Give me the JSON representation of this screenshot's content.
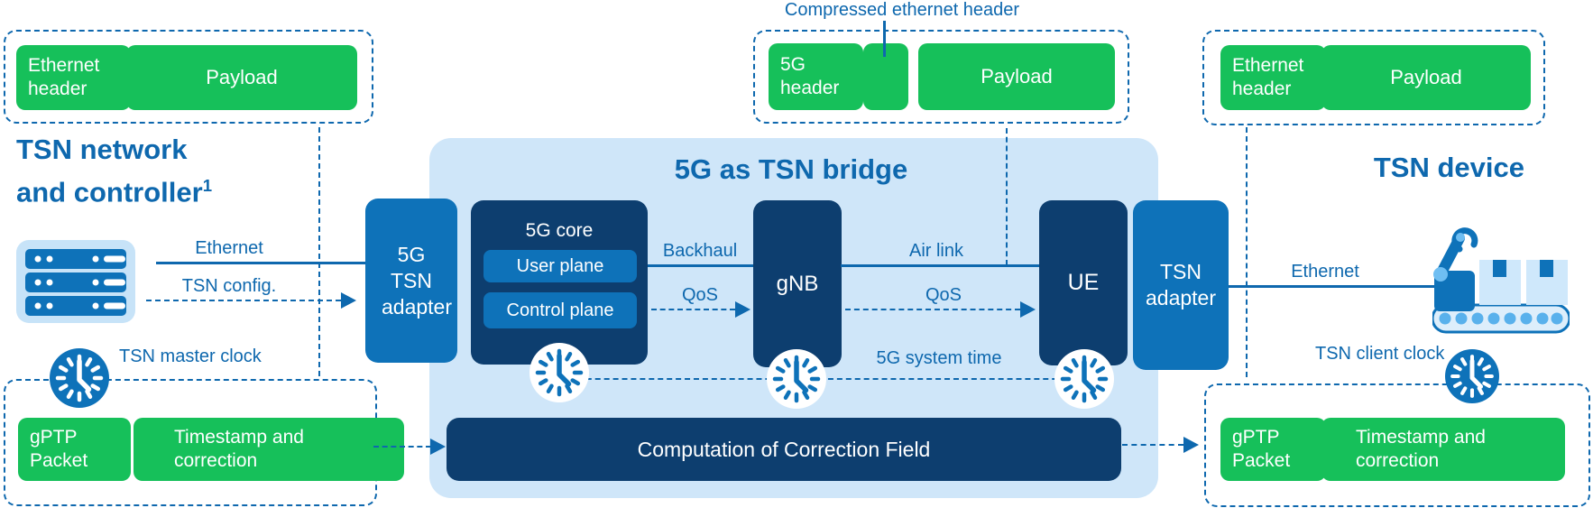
{
  "colors": {
    "green": "#16c05a",
    "navy": "#0d3e6f",
    "blue": "#0e72b9",
    "lightblue": "#cfe6f9",
    "ink": "#0e68ae"
  },
  "left": {
    "packet": {
      "header": "Ethernet header",
      "payload": "Payload"
    },
    "title_line1": "TSN network",
    "title_line2": "and controller",
    "title_sup": "1",
    "ethernet_label": "Ethernet",
    "tsn_config_label": "TSN config.",
    "master_clock_label": "TSN master clock",
    "gptp": {
      "packet": "gPTP Packet",
      "timestamp": "Timestamp and correction"
    }
  },
  "bridge": {
    "title": "5G as TSN bridge",
    "adapter_left": "5G TSN adapter",
    "core": {
      "title": "5G core",
      "user_plane": "User plane",
      "control_plane": "Control plane"
    },
    "gnb": "gNB",
    "ue": "UE",
    "adapter_right": "TSN adapter",
    "backhaul_label": "Backhaul",
    "qos_left_label": "QoS",
    "air_link_label": "Air link",
    "qos_right_label": "QoS",
    "system_time_label": "5G system time",
    "computation": "Computation of Correction Field"
  },
  "middle_packet": {
    "label": "Compressed ethernet header",
    "header": "5G header",
    "payload": "Payload"
  },
  "right": {
    "packet": {
      "header": "Ethernet header",
      "payload": "Payload"
    },
    "title": "TSN device",
    "ethernet_label": "Ethernet",
    "client_clock_label": "TSN client clock",
    "gptp": {
      "packet": "gPTP Packet",
      "timestamp": "Timestamp and correction"
    }
  }
}
